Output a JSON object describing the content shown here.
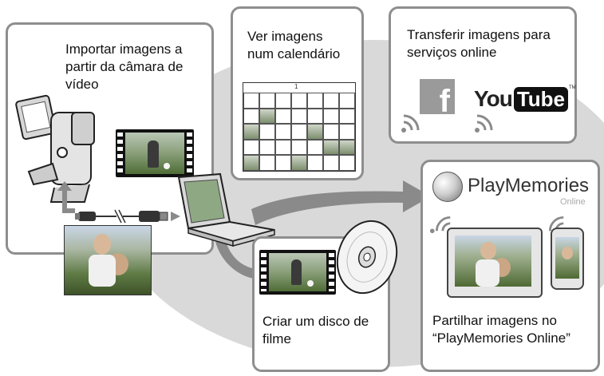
{
  "panels": {
    "import": {
      "caption": "Importar imagens a partir da câmara de vídeo"
    },
    "calendar": {
      "caption": "Ver imagens num calendário",
      "month_number": "1"
    },
    "online": {
      "caption": "Transferir imagens para serviços online",
      "services": [
        "f",
        "You",
        "Tube",
        "TM"
      ]
    },
    "disc": {
      "caption": "Criar um disco de filme"
    },
    "playmemories": {
      "brand_main": "PlayMemories",
      "brand_sub": "Online",
      "caption": "Partilhar imagens no “PlayMemories Online”"
    }
  },
  "colors": {
    "panel_border": "#8e8e8e",
    "background_blob": "#d9d9d9",
    "arrow": "#8a8a8a",
    "facebook": "#9a9a9a",
    "youtube_box": "#111111"
  }
}
